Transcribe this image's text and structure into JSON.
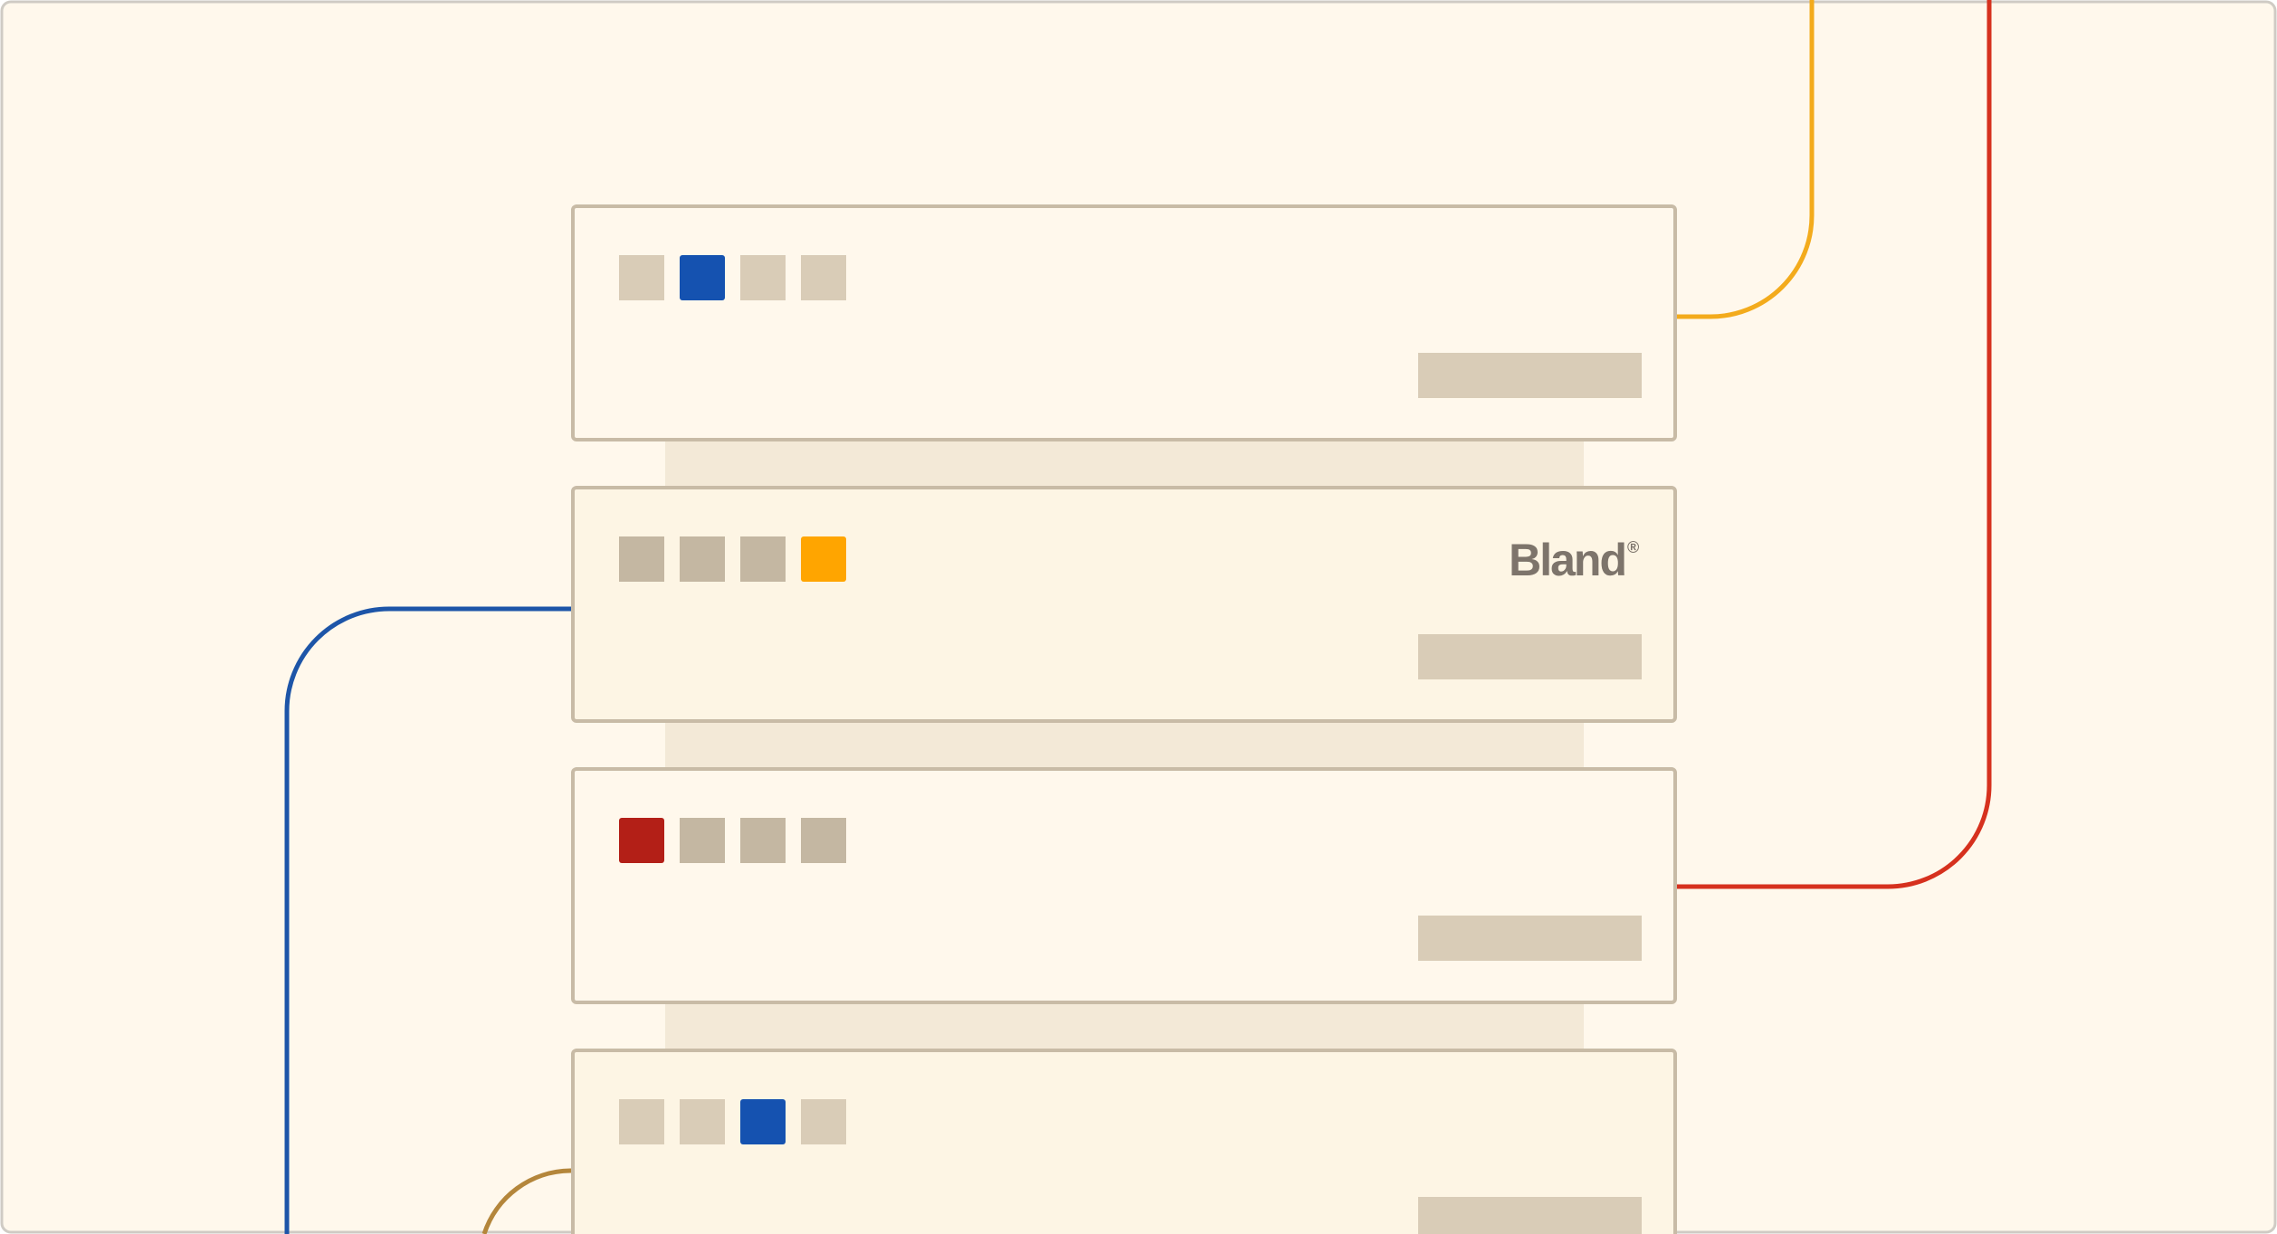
{
  "brand": {
    "name": "Bland",
    "registered_mark": "®"
  },
  "colors": {
    "background": "#fff8ec",
    "frame_border": "#cfcbc4",
    "card_fill": "#fff8ec",
    "card_fill_alt": "#fdf5e4",
    "card_border": "#c8bba6",
    "connector_band": "#f3e9d7",
    "square_light": "#d9ccb7",
    "square_dark": "#c4b7a2",
    "bar": "#d9ccb7",
    "brand_text": "#7d746b",
    "blue": "#1552b0",
    "orange": "#ffa500",
    "red": "#b31f17",
    "line_yellow": "#f3ab1c",
    "line_red": "#d6311e",
    "line_blue": "#1d55a8",
    "line_gold": "#b4863b"
  },
  "server_units": [
    {
      "id": "unit-1",
      "indicators": [
        "square_light",
        "blue",
        "square_light",
        "square_light"
      ],
      "has_brand": false
    },
    {
      "id": "unit-2",
      "indicators": [
        "square_dark",
        "square_dark",
        "square_dark",
        "orange"
      ],
      "has_brand": true
    },
    {
      "id": "unit-3",
      "indicators": [
        "red",
        "square_dark",
        "square_dark",
        "square_dark"
      ],
      "has_brand": false
    },
    {
      "id": "unit-4",
      "indicators": [
        "square_light",
        "square_light",
        "blue",
        "square_light"
      ],
      "has_brand": false
    }
  ],
  "connectors": [
    {
      "id": "yellow-line",
      "color": "line_yellow",
      "attaches_to": "unit-1"
    },
    {
      "id": "red-line",
      "color": "line_red",
      "attaches_to": "unit-3"
    },
    {
      "id": "blue-line",
      "color": "line_blue",
      "attaches_to": "unit-2"
    },
    {
      "id": "gold-line",
      "color": "line_gold",
      "attaches_to": "unit-4"
    }
  ]
}
